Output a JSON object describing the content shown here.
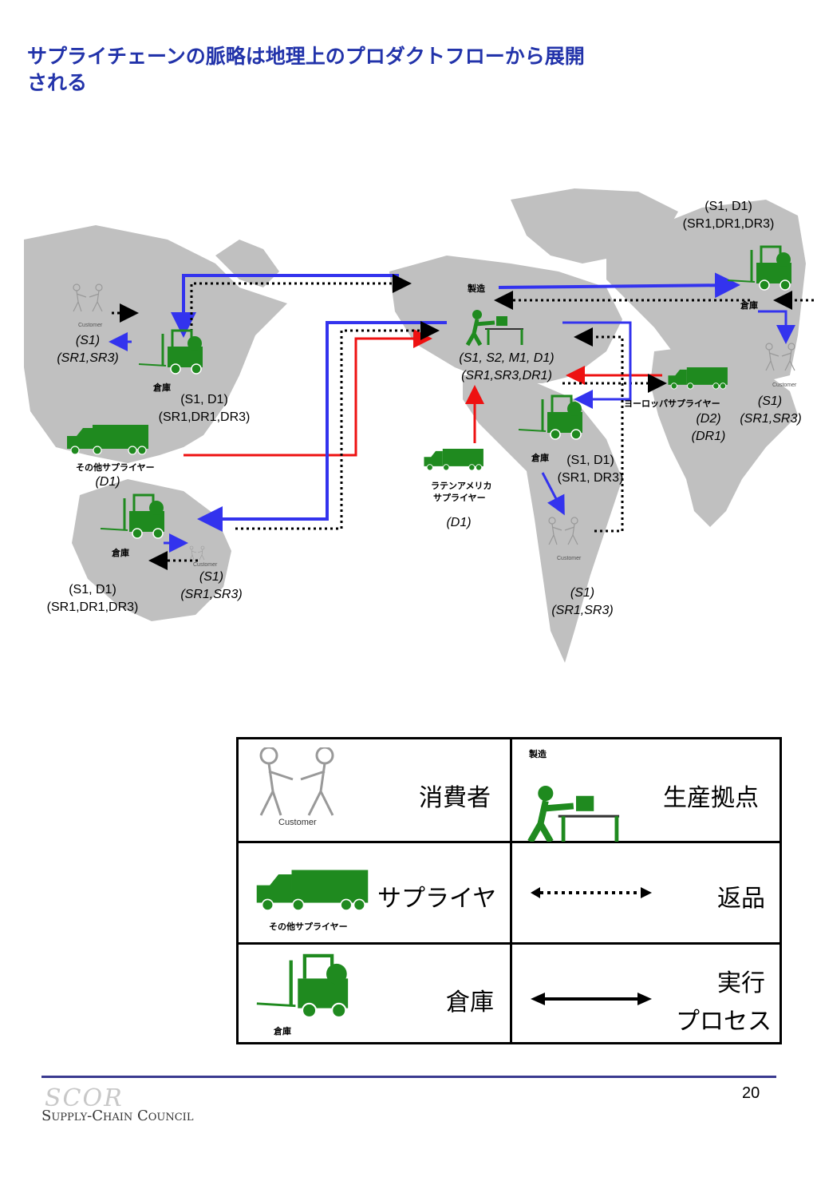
{
  "title": "サプライチェーンの脈略は地理上のプロダクトフローから展開される",
  "map": {
    "na_customer": "Customer",
    "na_customer_code1": "(S1)",
    "na_customer_code2": "(SR1,SR3)",
    "na_warehouse": "倉庫",
    "na_warehouse_code1": "(S1, D1)",
    "na_warehouse_code2": "(SR1,DR1,DR3)",
    "other_supplier": "その他サプライヤー",
    "other_supplier_code": "(D1)",
    "au_warehouse": "倉庫",
    "au_customer": "Customer",
    "au_customer_code1": "(S1)",
    "au_customer_code2": "(SR1,SR3)",
    "au_warehouse_code1": "(S1, D1)",
    "au_warehouse_code2": "(SR1,DR1,DR3)",
    "mfg_label": "製造",
    "mfg_code1": "(S1, S2, M1, D1)",
    "mfg_code2": "(SR1,SR3,DR1)",
    "la_supplier1": "ラテンアメリカ",
    "la_supplier2": "サプライヤー",
    "la_supplier_code": "(D1)",
    "sa_warehouse": "倉庫",
    "sa_warehouse_code1": "(S1, D1)",
    "sa_warehouse_code2": "(SR1, DR3)",
    "sa_customer": "Customer",
    "sa_customer_code1": "(S1)",
    "sa_customer_code2": "(SR1,SR3)",
    "eu_warehouse_code1": "(S1, D1)",
    "eu_warehouse_code2": "(SR1,DR1,DR3)",
    "eu_warehouse": "倉庫",
    "eu_supplier": "ヨーロッパサプライヤー",
    "eu_supplier_code1": "(D2)",
    "eu_supplier_code2": "(DR1)",
    "eu_customer": "Customer",
    "eu_customer_code1": "(S1)",
    "eu_customer_code2": "(SR1,SR3)"
  },
  "legend": {
    "customer_caption": "Customer",
    "customer_label": "消費者",
    "mfg_caption": "製造",
    "mfg_label": "生産拠点",
    "supplier_caption": "その他サプライヤー",
    "supplier_label": "サプライヤ",
    "return_label": "返品",
    "warehouse_caption": "倉庫",
    "warehouse_label": "倉庫",
    "process_label1": "実行",
    "process_label2": "プロセス"
  },
  "footer": {
    "page_number": "20",
    "logo_scor": "SCOR",
    "logo_council": "Supply-Chain Council"
  },
  "colors": {
    "title": "#2233aa",
    "land": "#c0c0c0",
    "icon_green": "#1f8a1f",
    "flow_blue": "#3333ee",
    "flow_red": "#ee1111",
    "footer_rule": "#3a3a90"
  }
}
